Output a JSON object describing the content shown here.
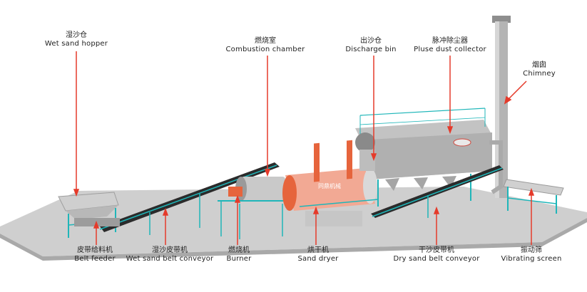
{
  "colors": {
    "accent_red": "#e53a2a",
    "frame_cyan": "#1fb6b9",
    "drum_orange": "#e6643c",
    "machine_gray": "#b9b9b9",
    "ground": "#c9c9c9"
  },
  "labels": {
    "wet_sand_hopper": {
      "zh": "湿沙仓",
      "en": "Wet sand hopper"
    },
    "combustion_chamber": {
      "zh": "燃烧室",
      "en": "Combustion chamber"
    },
    "discharge_bin": {
      "zh": "出沙仓",
      "en": "Discharge bin"
    },
    "pulse_dust_collector": {
      "zh": "脉冲除尘器",
      "en": "Pluse dust collector"
    },
    "chimney": {
      "zh": "烟囱",
      "en": "Chimney"
    },
    "belt_feeder": {
      "zh": "皮带给料机",
      "en": "Belt feeder"
    },
    "wet_sand_belt_conveyor": {
      "zh": "湿沙皮带机",
      "en": "Wet sand belt conveyor"
    },
    "burner": {
      "zh": "燃烧机",
      "en": "Burner"
    },
    "sand_dryer": {
      "zh": "烘干机",
      "en": "Sand dryer"
    },
    "dry_sand_belt_conveyor": {
      "zh": "干沙皮带机",
      "en": "Dry sand belt conveyor"
    },
    "vibrating_screen": {
      "zh": "振动筛",
      "en": "Vibrating screen"
    }
  },
  "drum_text": "同鼎机械"
}
